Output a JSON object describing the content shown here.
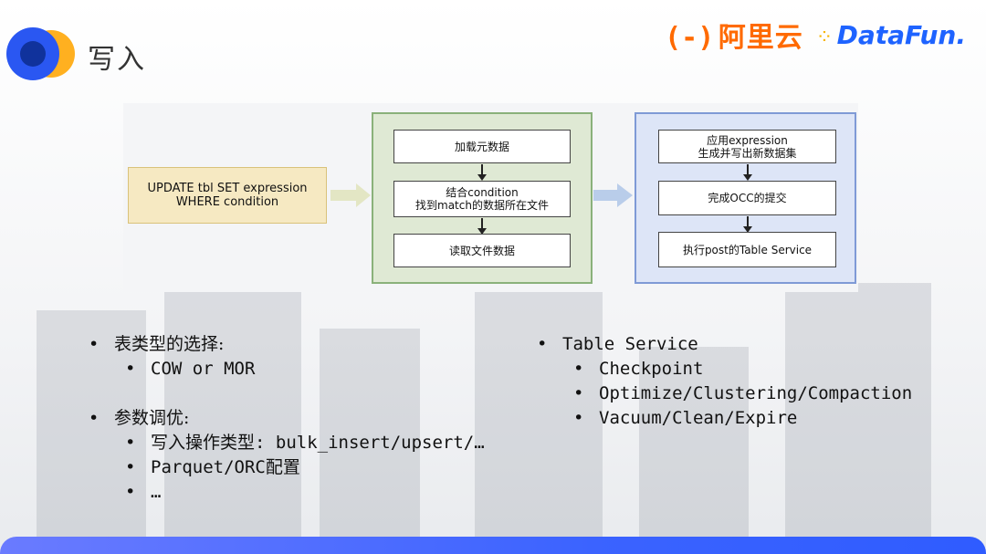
{
  "header": {
    "title": "写入",
    "brand_mark": "(-)",
    "brand_aliyun": "阿里云",
    "brand_datafun_dots": "⁘",
    "brand_datafun": "DataFun."
  },
  "colors": {
    "input_fill": "#f6e9c2",
    "input_border": "#d9c27a",
    "stage2_fill": "#dfe9d4",
    "stage2_border": "#8ab17a",
    "stage3_fill": "#dde5f7",
    "stage3_border": "#7f9ad6",
    "accent_blue": "#3b63ff",
    "brand_orange": "#ff6a00"
  },
  "diagram": {
    "input_box": "UPDATE tbl SET expression\nWHERE condition",
    "stage2": {
      "step1": "加载元数据",
      "step2": "结合condition\n找到match的数据所在文件",
      "step3": "读取文件数据"
    },
    "stage3": {
      "step1": "应用expression\n生成并写出新数据集",
      "step2": "完成OCC的提交",
      "step3": "执行post的Table Service"
    }
  },
  "left_list": {
    "item1": "表类型的选择:",
    "item1_sub1": "COW or MOR",
    "item2": "参数调优:",
    "item2_sub1": "写入操作类型: bulk_insert/upsert/…",
    "item2_sub2": "Parquet/ORC配置",
    "item2_sub3": "…"
  },
  "right_list": {
    "item1": "Table Service",
    "sub1": "Checkpoint",
    "sub2": "Optimize/Clustering/Compaction",
    "sub3": "Vacuum/Clean/Expire"
  }
}
